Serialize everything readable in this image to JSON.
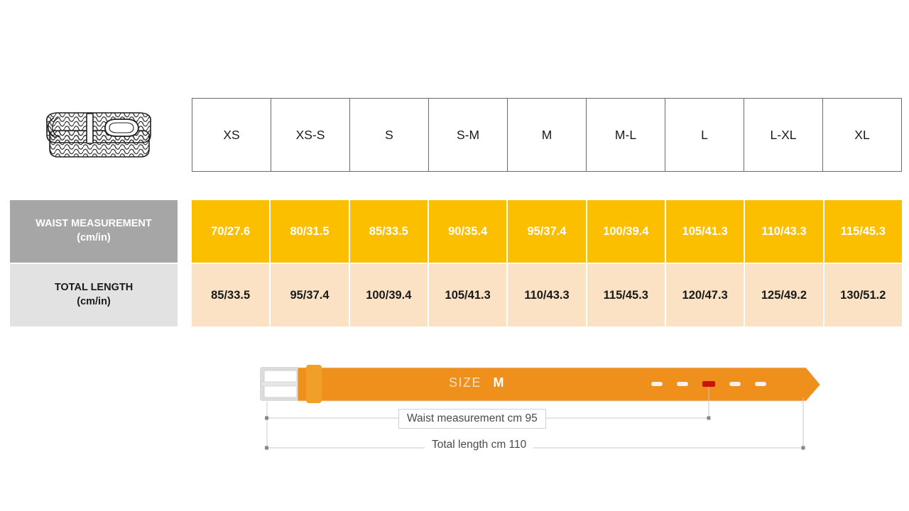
{
  "product": {
    "illustration_name": "braided-belt-illustration"
  },
  "table": {
    "size_headers": [
      "XS",
      "XS-S",
      "S",
      "S-M",
      "M",
      "M-L",
      "L",
      "L-XL",
      "XL"
    ],
    "rows": [
      {
        "label_line1": "WAIST MEASUREMENT",
        "label_line2": "(cm/in)",
        "values": [
          "70/27.6",
          "80/31.5",
          "85/33.5",
          "90/35.4",
          "95/37.4",
          "100/39.4",
          "105/41.3",
          "110/43.3",
          "115/45.3"
        ]
      },
      {
        "label_line1": "TOTAL LENGTH",
        "label_line2": "(cm/in)",
        "values": [
          "85/33.5",
          "95/37.4",
          "100/39.4",
          "105/41.3",
          "110/43.3",
          "115/45.3",
          "120/47.3",
          "125/49.2",
          "130/51.2"
        ]
      }
    ]
  },
  "diagram": {
    "size_label": "SIZE",
    "size_value": "M",
    "waist_caption": "Waist measurement cm 95",
    "total_caption": "Total length cm 110",
    "holes_count": 5,
    "active_hole_index": 2
  },
  "colors": {
    "orange_row": "#fbbf00",
    "peach_row": "#fce2c4",
    "gray_label": "#a6a6a6",
    "light_gray_label": "#e2e2e2",
    "belt_orange": "#ef8f1c",
    "active_hole": "#cc1111",
    "buckle_gray": "#dcdcdc"
  }
}
